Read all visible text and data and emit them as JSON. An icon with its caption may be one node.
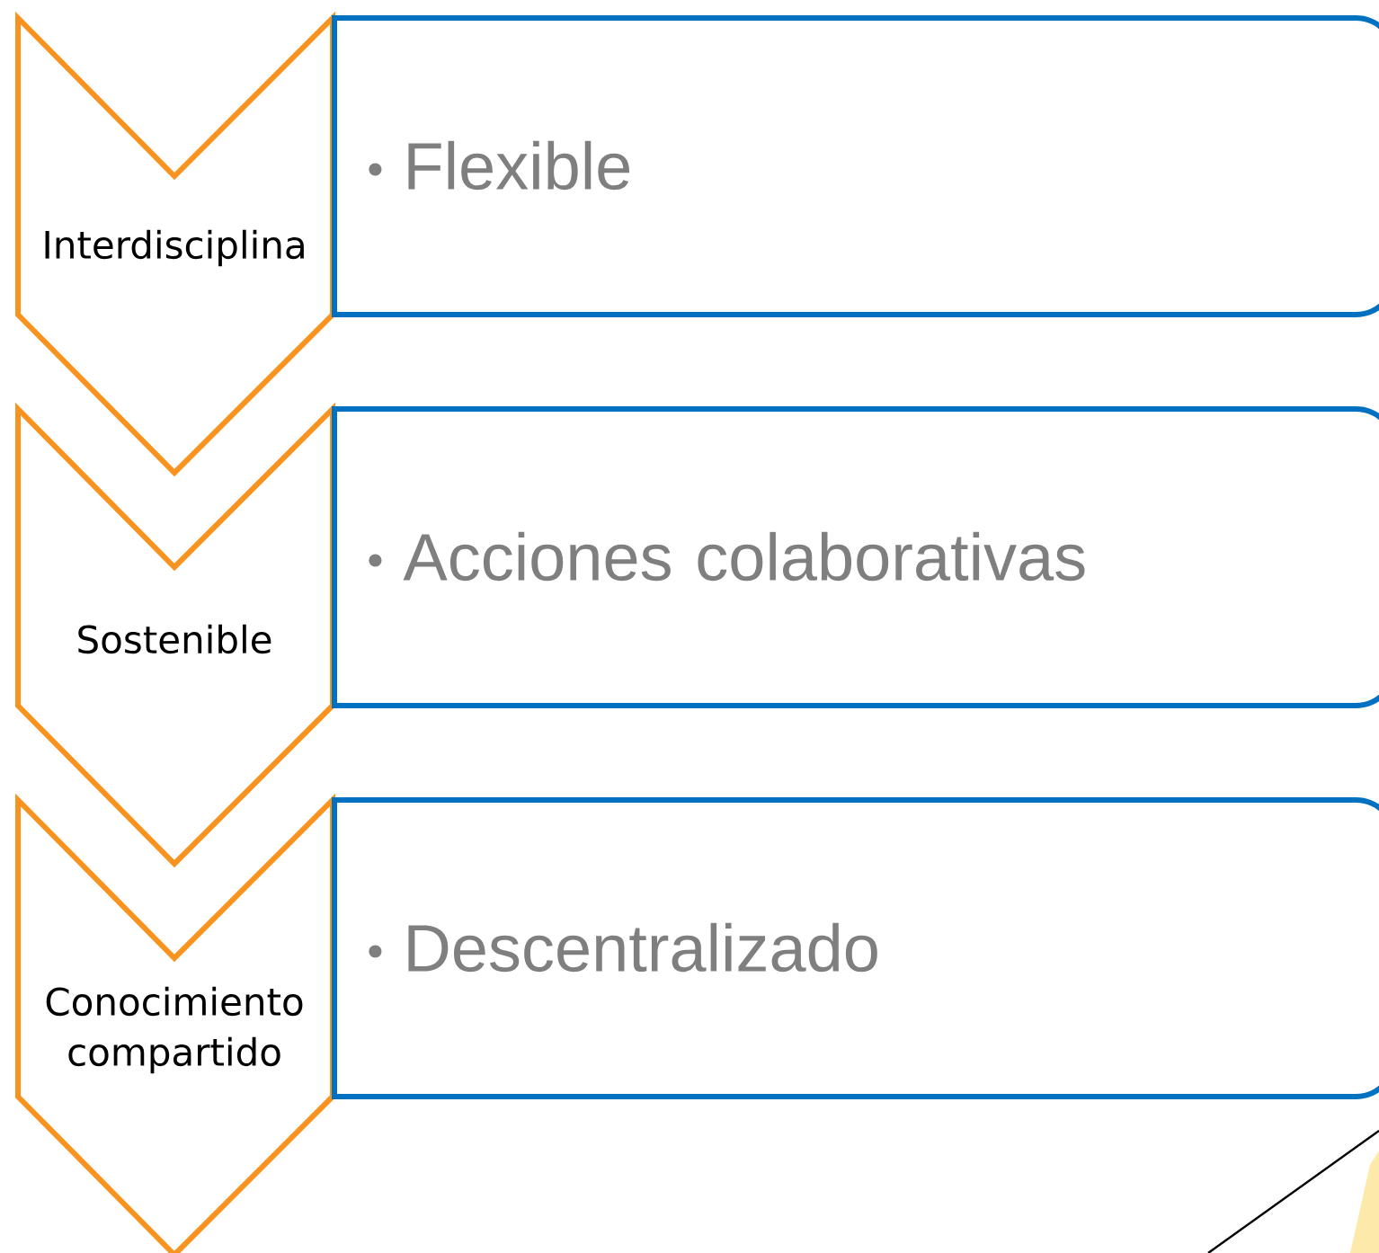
{
  "diagram": {
    "nodes": [
      {
        "text": [
          "Interdisciplina"
        ]
      },
      {
        "text": [
          "Flexible"
        ]
      },
      {
        "text": [
          "Sostenible"
        ]
      },
      {
        "text": [
          "Acciones colaborativas"
        ]
      },
      {
        "text": [
          "Conocimiento compartido"
        ]
      },
      {
        "text": [
          "Descentralizado"
        ]
      }
    ]
  }
}
